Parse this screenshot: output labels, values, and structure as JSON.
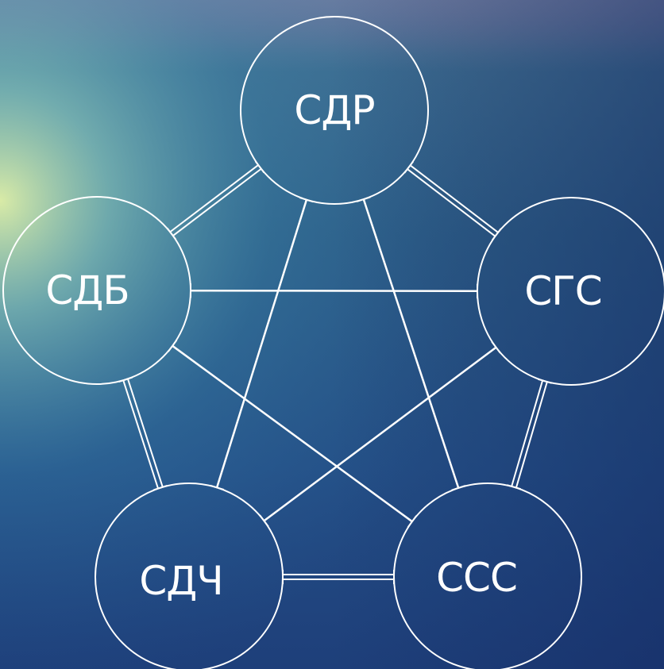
{
  "diagram": {
    "nodes": [
      {
        "id": "sdr",
        "label": "СДР"
      },
      {
        "id": "sgs",
        "label": "СГС"
      },
      {
        "id": "sss",
        "label": "ССС"
      },
      {
        "id": "sdch",
        "label": "СДЧ"
      },
      {
        "id": "sdb",
        "label": "СДБ"
      }
    ],
    "edges": [
      {
        "from": "sdr",
        "to": "sgs",
        "style": "double"
      },
      {
        "from": "sgs",
        "to": "sss",
        "style": "double"
      },
      {
        "from": "sss",
        "to": "sdch",
        "style": "double"
      },
      {
        "from": "sdch",
        "to": "sdb",
        "style": "double"
      },
      {
        "from": "sdb",
        "to": "sdr",
        "style": "double"
      },
      {
        "from": "sdr",
        "to": "sss",
        "style": "single"
      },
      {
        "from": "sdr",
        "to": "sdch",
        "style": "single"
      },
      {
        "from": "sdb",
        "to": "sgs",
        "style": "single"
      },
      {
        "from": "sdb",
        "to": "sss",
        "style": "single"
      },
      {
        "from": "sgs",
        "to": "sdch",
        "style": "single"
      }
    ],
    "colors": {
      "line": "#ffffff",
      "text": "#ffffff",
      "sea": "#1f3f7c",
      "sky": "#4a5e8a",
      "glow": "#d8eea8"
    }
  }
}
